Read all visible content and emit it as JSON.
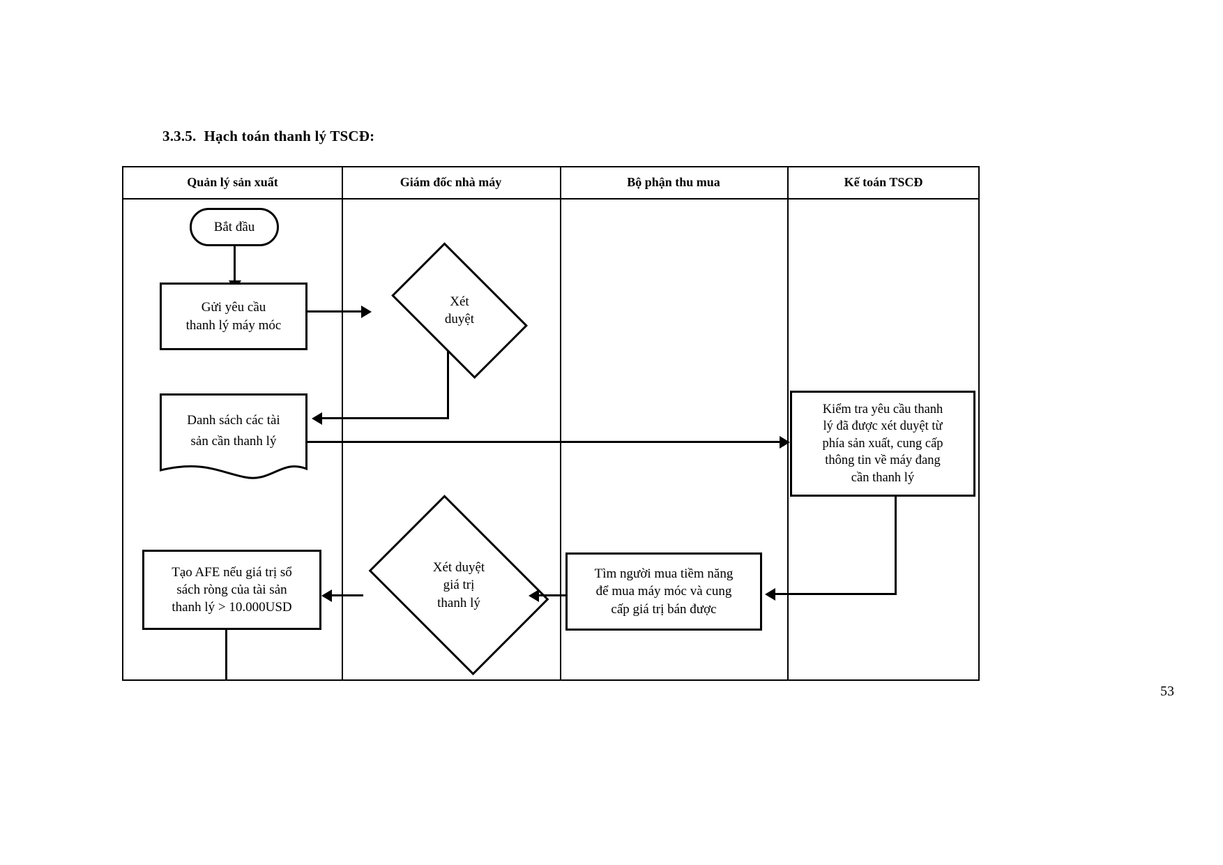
{
  "document": {
    "heading_number": "3.3.5.",
    "heading_text": "Hạch toán thanh lý TSCĐ:",
    "page_number": "53"
  },
  "swimlanes": {
    "columns": [
      {
        "id": "quan-ly-san-xuat",
        "label": "Quản lý sản xuất"
      },
      {
        "id": "giam-doc-nha-may",
        "label": "Giám đốc nhà máy"
      },
      {
        "id": "bo-phan-thu-mua",
        "label": "Bộ phận thu mua"
      },
      {
        "id": "ke-toan-tscd",
        "label": "Kế toán TSCĐ"
      }
    ]
  },
  "flowchart": {
    "type": "swimlane-flowchart",
    "nodes": [
      {
        "id": "start",
        "shape": "terminator",
        "lane": "quan-ly-san-xuat",
        "text": "Bắt đầu"
      },
      {
        "id": "send-request",
        "shape": "process",
        "lane": "quan-ly-san-xuat",
        "line1": "Gửi yêu cầu",
        "line2": "thanh lý máy móc"
      },
      {
        "id": "approve",
        "shape": "decision",
        "lane": "giam-doc-nha-may",
        "line1": "Xét",
        "line2": "duyệt"
      },
      {
        "id": "asset-list",
        "shape": "document",
        "lane": "quan-ly-san-xuat",
        "line1": "Danh sách các tài",
        "line2": "sản cần thanh lý"
      },
      {
        "id": "check-request",
        "shape": "process",
        "lane": "ke-toan-tscd",
        "line1": "Kiểm tra yêu cầu thanh",
        "line2": "lý đã được xét duyệt từ",
        "line3": "phía sản xuất, cung cấp",
        "line4": "thông tin về máy đang",
        "line5": "cần thanh lý"
      },
      {
        "id": "find-buyer",
        "shape": "process",
        "lane": "bo-phan-thu-mua",
        "line1": "Tìm người mua tiềm năng",
        "line2": "để mua máy móc và cung",
        "line3": "cấp giá trị bán được"
      },
      {
        "id": "approve-value",
        "shape": "decision",
        "lane": "giam-doc-nha-may",
        "line1": "Xét duyệt",
        "line2": "giá trị",
        "line3": "thanh lý"
      },
      {
        "id": "create-afe",
        "shape": "process",
        "lane": "quan-ly-san-xuat",
        "line1": "Tạo AFE nếu giá trị sổ",
        "line2": "sách ròng của tài sản",
        "line3": "thanh lý > 10.000USD"
      }
    ],
    "edges": [
      {
        "from": "start",
        "to": "send-request",
        "direction": "down"
      },
      {
        "from": "send-request",
        "to": "approve",
        "direction": "right"
      },
      {
        "from": "approve",
        "to": "asset-list",
        "direction": "left"
      },
      {
        "from": "asset-list",
        "to": "check-request",
        "direction": "right"
      },
      {
        "from": "check-request",
        "to": "approve-value",
        "direction": "down-left"
      },
      {
        "from": "find-buyer",
        "to": "approve-value",
        "direction": "left"
      },
      {
        "from": "approve-value",
        "to": "create-afe",
        "direction": "left"
      },
      {
        "from": "create-afe",
        "to": "continue",
        "direction": "down"
      }
    ]
  },
  "colors": {
    "stroke": "#000000",
    "background": "#ffffff"
  }
}
